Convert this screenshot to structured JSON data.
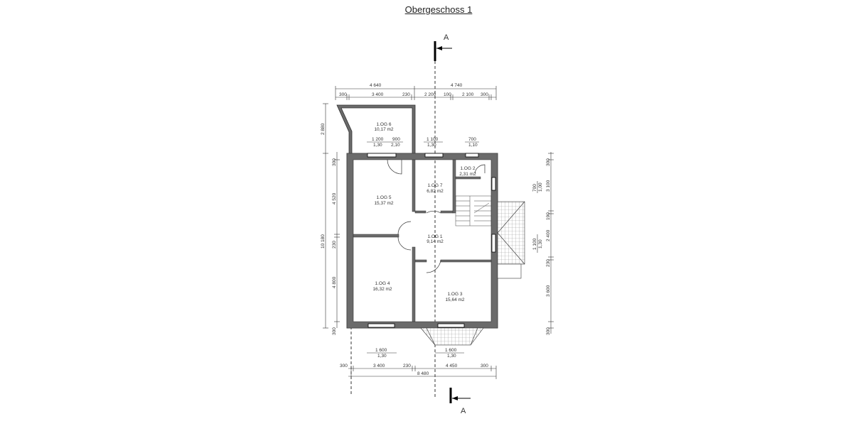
{
  "title": "Obergeschoss 1",
  "section_marker": {
    "top_label": "A",
    "bottom_label": "A"
  },
  "rooms": [
    {
      "id": "1.OG 6",
      "area": "10,17 m2"
    },
    {
      "id": "1.OG 5",
      "area": "15,37 m2"
    },
    {
      "id": "1.OG 7",
      "area": "6,82 m2"
    },
    {
      "id": "1.OG 2",
      "area": "2,31 m2"
    },
    {
      "id": "1.OG 1",
      "area": "9,14 m2"
    },
    {
      "id": "1.OG 4",
      "area": "16,32 m2"
    },
    {
      "id": "1.OG 3",
      "area": "15,64 m2"
    }
  ],
  "dimensions": {
    "top_overall": [
      "4 640",
      "4 740"
    ],
    "top_detail": [
      "300",
      "3 400",
      "230",
      "2 200",
      "100",
      "2 100",
      "300"
    ],
    "window_top": [
      {
        "w": "1 200",
        "h": "1,30"
      },
      {
        "w": "900",
        "h": "2,10"
      },
      {
        "w": "1 100",
        "h": "1,30"
      },
      {
        "w": "700",
        "h": "1,10"
      }
    ],
    "window_bottom": [
      {
        "w": "1 600",
        "h": "1,30"
      },
      {
        "w": "1 600",
        "h": "1,30"
      }
    ],
    "bottom_detail": [
      "300",
      "3 400",
      "230",
      "4 450",
      "300"
    ],
    "bottom_overall": "8 480",
    "left_overall": [
      "2 880",
      "10 180"
    ],
    "left_detail": [
      "300",
      "4 520",
      "230",
      "4 800",
      "300"
    ],
    "right_detail": [
      "300",
      "3 100",
      "190",
      "2 400",
      "230",
      "3 600",
      "300"
    ],
    "window_right": [
      {
        "w": "700",
        "h": "1,00"
      },
      {
        "w": "1 100",
        "h": "1,30"
      }
    ]
  }
}
